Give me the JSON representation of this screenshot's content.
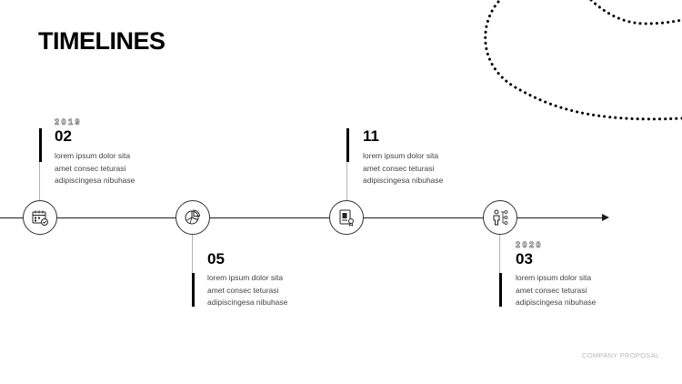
{
  "title": "TIMELINES",
  "footer": "COMPANY PROPOSAL",
  "events": [
    {
      "year": "2019",
      "number": "02",
      "text": [
        "lorem ipsum dolor sita",
        "amet consec teturasi",
        "adipiscingesa nibuhase"
      ],
      "icon": "calendar-check-icon"
    },
    {
      "year": "",
      "number": "05",
      "text": [
        "lorem ipsum dolor sita",
        "amet consec teturasi",
        "adipiscingesa nibuhase"
      ],
      "icon": "pie-chart-icon"
    },
    {
      "year": "",
      "number": "11",
      "text": [
        "lorem ipsum dolor sita",
        "amet consec teturasi",
        "adipiscingesa nibuhase"
      ],
      "icon": "certificate-icon"
    },
    {
      "year": "2020",
      "number": "03",
      "text": [
        "lorem ipsum dolor sita",
        "amet consec teturasi",
        "adipiscingesa nibuhase"
      ],
      "icon": "person-network-icon"
    }
  ]
}
